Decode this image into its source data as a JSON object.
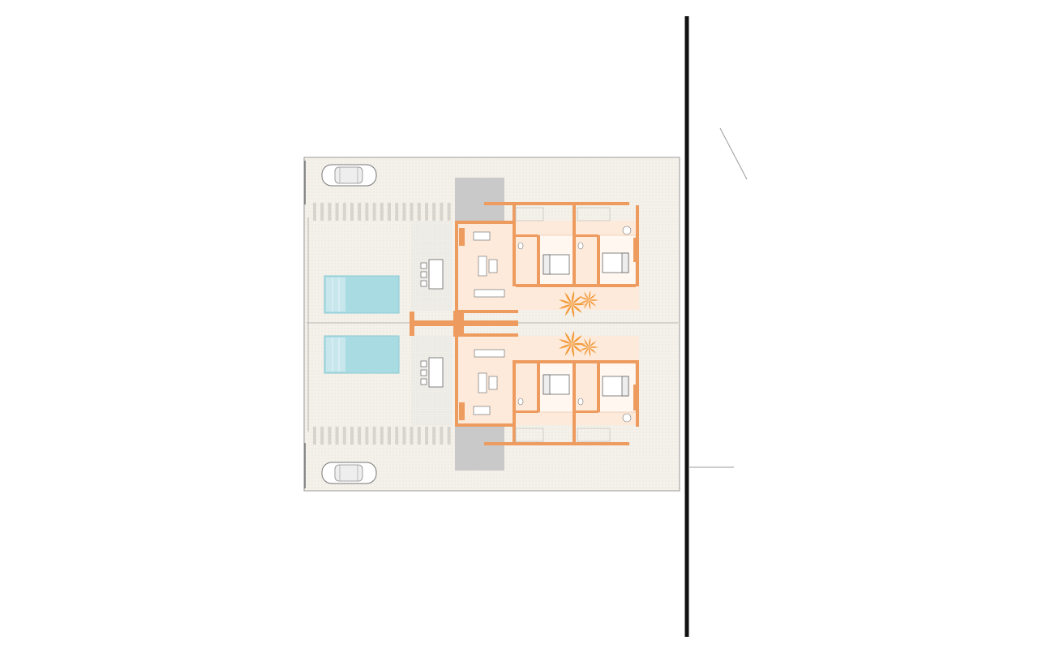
{
  "plan": {
    "drawing_type": "floor-plan",
    "units": [
      {
        "id": "unit-north",
        "pool": true,
        "parking_spaces": 1,
        "bedrooms": 2,
        "bathrooms": 2,
        "dining_tables": 2,
        "palms": 1
      },
      {
        "id": "unit-south",
        "pool": true,
        "parking_spaces": 1,
        "bedrooms": 2,
        "bathrooms": 2,
        "dining_tables": 2,
        "palms": 1
      }
    ],
    "colors": {
      "wall": "#ee9b5f",
      "wall_dark": "#e8894a",
      "interior_floor": "#fdeadb",
      "paving": "#f4f1ea",
      "pool": "#a9dbe3",
      "pool_step": "#d6eef2",
      "gravel": "#d7d4cd",
      "boundary_line": "#111111",
      "stair_gray": "#c9c9c9",
      "palm": "#f39a3a"
    },
    "icons": [
      "car-icon",
      "palm-tree-icon",
      "bed-icon",
      "sofa-icon",
      "dining-table-icon",
      "toilet-icon",
      "stair-icon",
      "pool-icon"
    ]
  }
}
